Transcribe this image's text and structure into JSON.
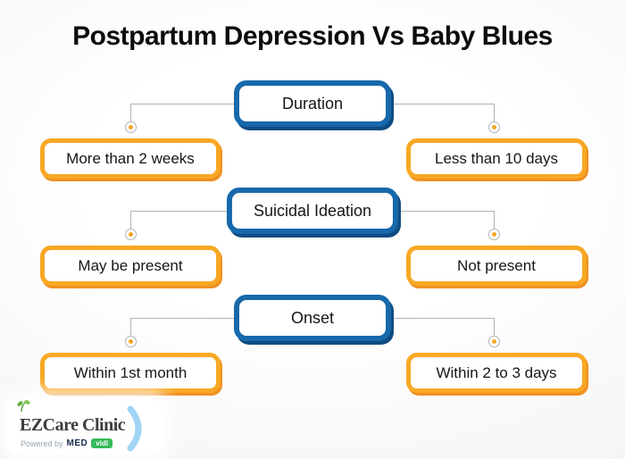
{
  "title": "Postpartum Depression Vs Baby Blues",
  "rows": [
    {
      "label": "Duration",
      "left": "More than 2 weeks",
      "right": "Less than 10 days"
    },
    {
      "label": "Suicidal Ideation",
      "left": "May be present",
      "right": "Not present"
    },
    {
      "label": "Onset",
      "left": "Within 1st month",
      "right": "Within 2 to 3 days"
    }
  ],
  "logo": {
    "brand": "EZCare Clinic",
    "powered_by": "Powered by",
    "partner": "MED",
    "partner_badge": "vidi"
  },
  "colors": {
    "blue": "#1769AB",
    "blue_dark": "#0F4C82",
    "orange": "#F8A824",
    "orange_dark": "#F09022",
    "connector": "#B3B3B3",
    "dot": "#F5A623",
    "leaf_green": "#62B33C",
    "arc_blue": "#9FD4F5",
    "badge_green": "#37B95C"
  }
}
